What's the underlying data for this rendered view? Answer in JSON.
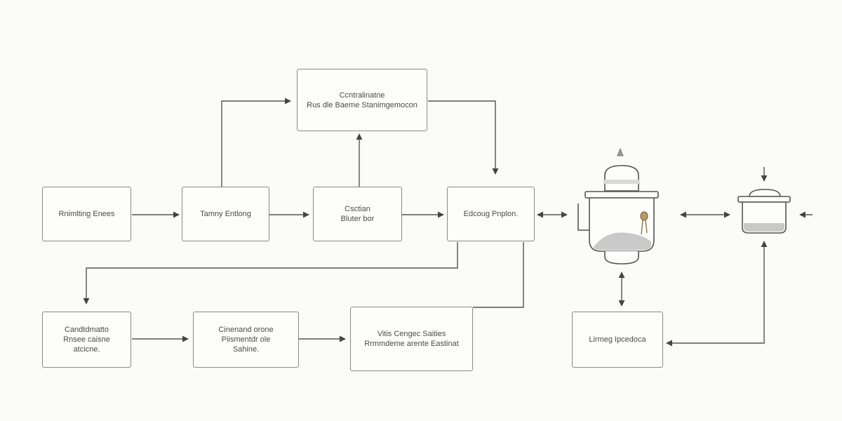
{
  "colors": {
    "line": "#555555",
    "box_border": "#8a8a8a",
    "text": "#4a4a4a",
    "vessel_fill": "#c9c9c9",
    "vessel_accent": "#b89a68"
  },
  "nodes": {
    "top": {
      "line1": "Ccntralinatne",
      "line2": "Rus dle Baeme Stanimgemocon"
    },
    "n1": {
      "line1": "Rnimlting Enees"
    },
    "n2": {
      "line1": "Tamny Entlong"
    },
    "n3": {
      "line1": "Csctian",
      "line2": "Bluter bor"
    },
    "n4": {
      "line1": "Edcoug Pnplon."
    },
    "b1": {
      "line1": "Candtdmatto",
      "line2": "Rnsee caisne",
      "line3": "atcicne."
    },
    "b2": {
      "line1": "Cinenand orone",
      "line2": "Piismentdr ole",
      "line3": "Sahine."
    },
    "b3": {
      "line1": "Vitis Cengec Saities",
      "line2": "Rrmmdeme arente Eastinat"
    },
    "b4": {
      "line1": "Lirmeg Ipcedoca"
    }
  },
  "icons": {
    "large_vessel": "reactor-vessel-icon",
    "small_vessel": "cooking-pot-icon",
    "drip": "drip-icon"
  }
}
